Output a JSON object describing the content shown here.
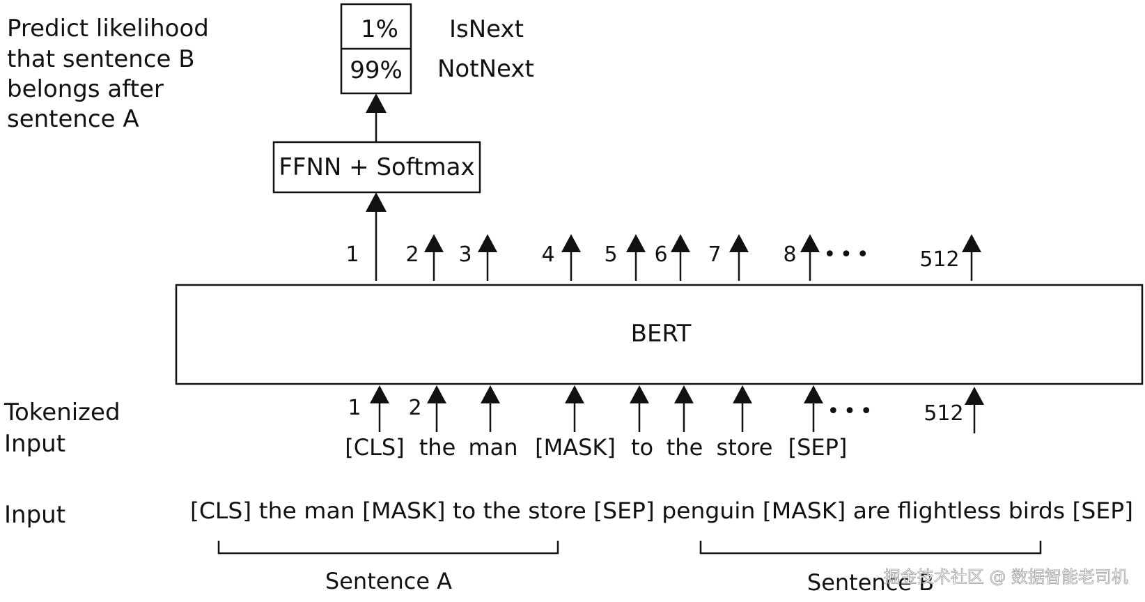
{
  "prompt": {
    "lines": [
      "Predict likelihood",
      "that sentence B",
      "belongs after",
      "sentence A"
    ]
  },
  "output_box": {
    "isnext_value": "1%",
    "notnext_value": "99%",
    "isnext_label": "IsNext",
    "notnext_label": "NotNext"
  },
  "ffnn_label": "FFNN + Softmax",
  "bert_label": "BERT",
  "output_positions": [
    "1",
    "2",
    "3",
    "4",
    "5",
    "6",
    "7",
    "8",
    "512"
  ],
  "input_positions": [
    "1",
    "2",
    "512"
  ],
  "ellipsis": "•••",
  "tokenized_label": [
    "Tokenized",
    "Input"
  ],
  "tokens": [
    "[CLS]",
    "the",
    "man",
    "[MASK]",
    "to",
    "the",
    "store",
    "[SEP]"
  ],
  "input_label": "Input",
  "input_sentence": "[CLS] the man [MASK] to the store [SEP] penguin [MASK] are flightless birds [SEP]",
  "sentence_a_label": "Sentence A",
  "sentence_b_label": "Sentence B",
  "watermark": "掘金技术社区 @ 数据智能老司机",
  "colors": {
    "ink": "#111111",
    "background": "#ffffff"
  }
}
